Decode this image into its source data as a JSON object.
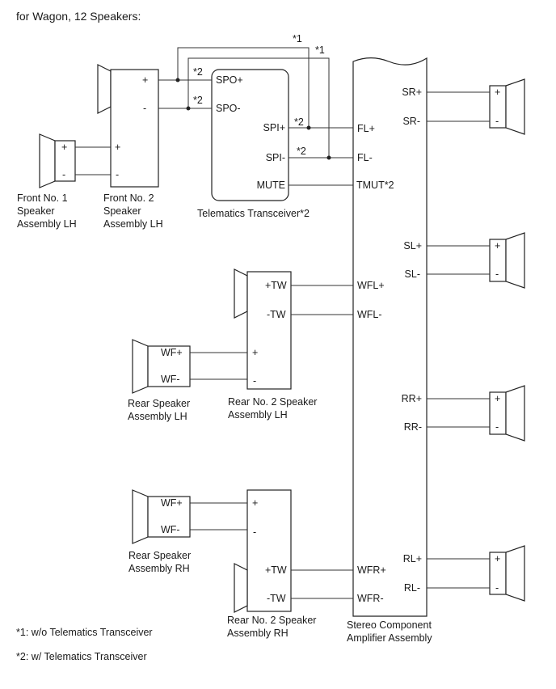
{
  "title": "for Wagon, 12 Speakers:",
  "notes": {
    "n1": "*1: w/o Telematics Transceiver",
    "n2": "*2: w/ Telematics Transceiver"
  },
  "marks": {
    "one": "*1",
    "two": "*2"
  },
  "signs": {
    "plus": "+",
    "minus": "-"
  },
  "front1": {
    "l1": "Front No. 1",
    "l2": "Speaker",
    "l3": "Assembly LH"
  },
  "front2": {
    "l1": "Front No. 2",
    "l2": "Speaker",
    "l3": "Assembly LH"
  },
  "telematics": {
    "name": "Telematics Transceiver*2",
    "spo_plus": "SPO+",
    "spo_minus": "SPO-",
    "spi_plus": "SPI+",
    "spi_minus": "SPI-",
    "mute": "MUTE"
  },
  "amp": {
    "l1": "Stereo Component",
    "l2": "Amplifier Assembly",
    "fl_plus": "FL+",
    "fl_minus": "FL-",
    "tmut": "TMUT*2",
    "wfl_plus": "WFL+",
    "wfl_minus": "WFL-",
    "wfr_plus": "WFR+",
    "wfr_minus": "WFR-",
    "sr_plus": "SR+",
    "sr_minus": "SR-",
    "sl_plus": "SL+",
    "sl_minus": "SL-",
    "rr_plus": "RR+",
    "rr_minus": "RR-",
    "rl_plus": "RL+",
    "rl_minus": "RL-"
  },
  "rear2_lh": {
    "tw_plus": "+TW",
    "tw_minus": "-TW",
    "l1": "Rear No. 2 Speaker",
    "l2": "Assembly LH"
  },
  "rear_lh": {
    "wf_plus": "WF+",
    "wf_minus": "WF-",
    "l1": "Rear Speaker",
    "l2": "Assembly LH"
  },
  "rear_rh": {
    "wf_plus": "WF+",
    "wf_minus": "WF-",
    "l1": "Rear Speaker",
    "l2": "Assembly RH"
  },
  "rear2_rh": {
    "tw_plus": "+TW",
    "tw_minus": "-TW",
    "l1": "Rear No. 2 Speaker",
    "l2": "Assembly RH"
  }
}
